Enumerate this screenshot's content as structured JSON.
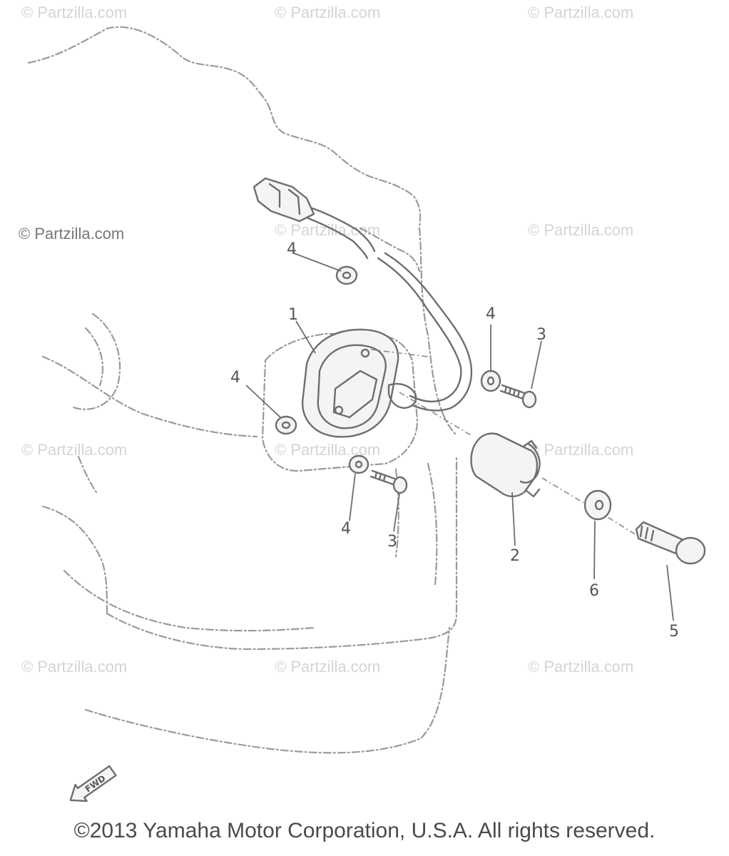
{
  "watermark": "© Partzilla.com",
  "callouts": {
    "part_1": "1",
    "part_2": "2",
    "part_3_a": "3",
    "part_3_b": "3",
    "part_4_a": "4",
    "part_4_b": "4",
    "part_4_c": "4",
    "part_4_d": "4",
    "part_5": "5",
    "part_6": "6"
  },
  "direction_arrow": "FWD",
  "footer": {
    "copyright": "©2013 Yamaha Motor Corporation, U.S.A. All rights reserved."
  },
  "colors": {
    "line": "#6e6e6e",
    "watermark": "#d4d4d4",
    "text": "#4a4a4a"
  }
}
